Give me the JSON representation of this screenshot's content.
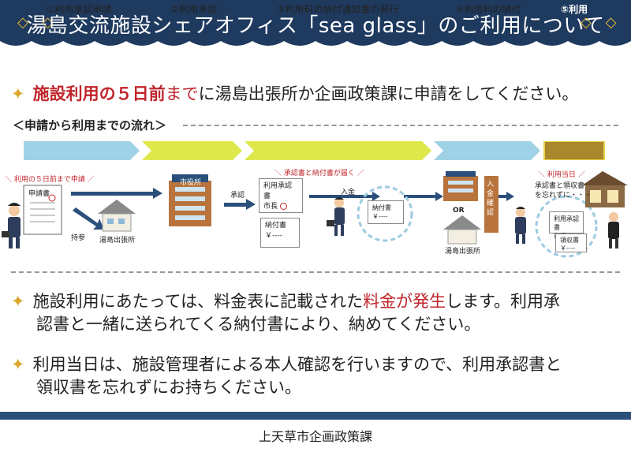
{
  "colors": {
    "navy": "#1f3a5f",
    "accent_red": "#c0262c",
    "gold": "#d9a82c",
    "step_blue": "#9fd2e6",
    "step_yellow": "#dfe84a",
    "step_final": "#a9872c"
  },
  "header": {
    "title": "湯島交流施設シェアオフィス「sea glass」のご利用について",
    "left_ornament": "◇ ◇",
    "right_ornament": "◇ ◇"
  },
  "lead": {
    "star": "✦",
    "strong": "施設利用の５日前",
    "red": "まで",
    "rest": "に湯島出張所か企画政策課に申請をしてください。"
  },
  "flow": {
    "title": "＜申請から利用までの流れ＞",
    "steps": [
      {
        "label": "①利用承認申請"
      },
      {
        "label": "②利用承認"
      },
      {
        "label": "③利用料の納付通知書の発行"
      },
      {
        "label": "④利用料の納付"
      },
      {
        "label": "⑤利用"
      }
    ],
    "tag_deadline": "＼ 利用の５日前まで申請 ／",
    "form_label": "申請書",
    "carry": "持参",
    "branch": "湯島出張所",
    "city_hall": "市役所",
    "approve": "承認",
    "tag_docs_arrive": "＼ 承認書と納付書が届く ／",
    "approval_doc": "利用承認書",
    "mayor": "市長",
    "payment_slip": "納付書",
    "yen": "￥----",
    "deposit": "入金",
    "or": "OR",
    "branch2": "湯島出張所",
    "confirm": "入金確認",
    "tag_day": "＼ 利用当日 ／",
    "bring_note_1": "承認書と領収書",
    "bring_note_2": "を忘れずに・・・",
    "receipt": "領収書"
  },
  "bullets": [
    {
      "star": "✦",
      "pre": "施設利用にあたっては、料金表に記載された",
      "red": "料金が発生",
      "post": "します。利用承",
      "line2": "認書と一緒に送られてくる納付書により、納めてください。"
    },
    {
      "star": "✦",
      "line1": "利用当日は、施設管理者による本人確認を行いますので、利用承認書と",
      "line2": "領収書を忘れずにお持ちください。"
    }
  ],
  "footer": {
    "department": "上天草市企画政策課"
  }
}
